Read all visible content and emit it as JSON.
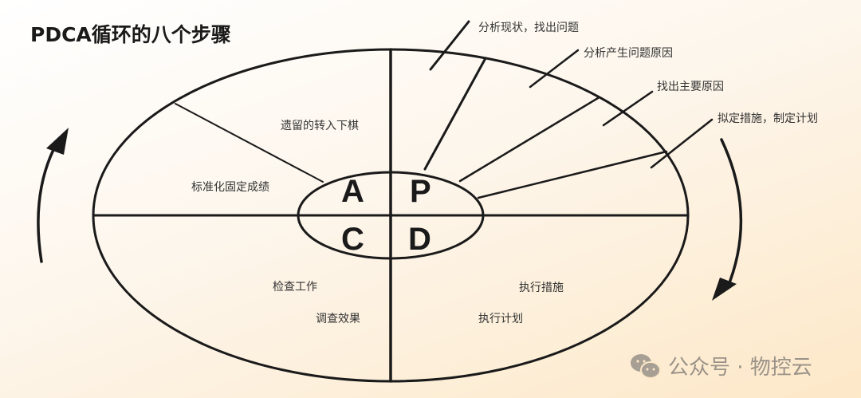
{
  "title": "PDCA循环的八个步骤",
  "quadrants": {
    "a": "A",
    "p": "P",
    "c": "C",
    "d": "D"
  },
  "plan_steps": [
    "分析现状，找出问题",
    "分析产生问题原因",
    "找出主要原因",
    "拟定措施，制定计划"
  ],
  "act_steps": [
    "遗留的转入下棋",
    "标准化固定成绩"
  ],
  "check_steps": [
    "检查工作",
    "调查效果"
  ],
  "do_steps": [
    "执行措施",
    "执行计划"
  ],
  "watermark": {
    "icon": "wechat-icon",
    "text": "公众号 · 物控云"
  },
  "colors": {
    "line": "#1a1a1a",
    "background_end": "#fde8c8"
  }
}
